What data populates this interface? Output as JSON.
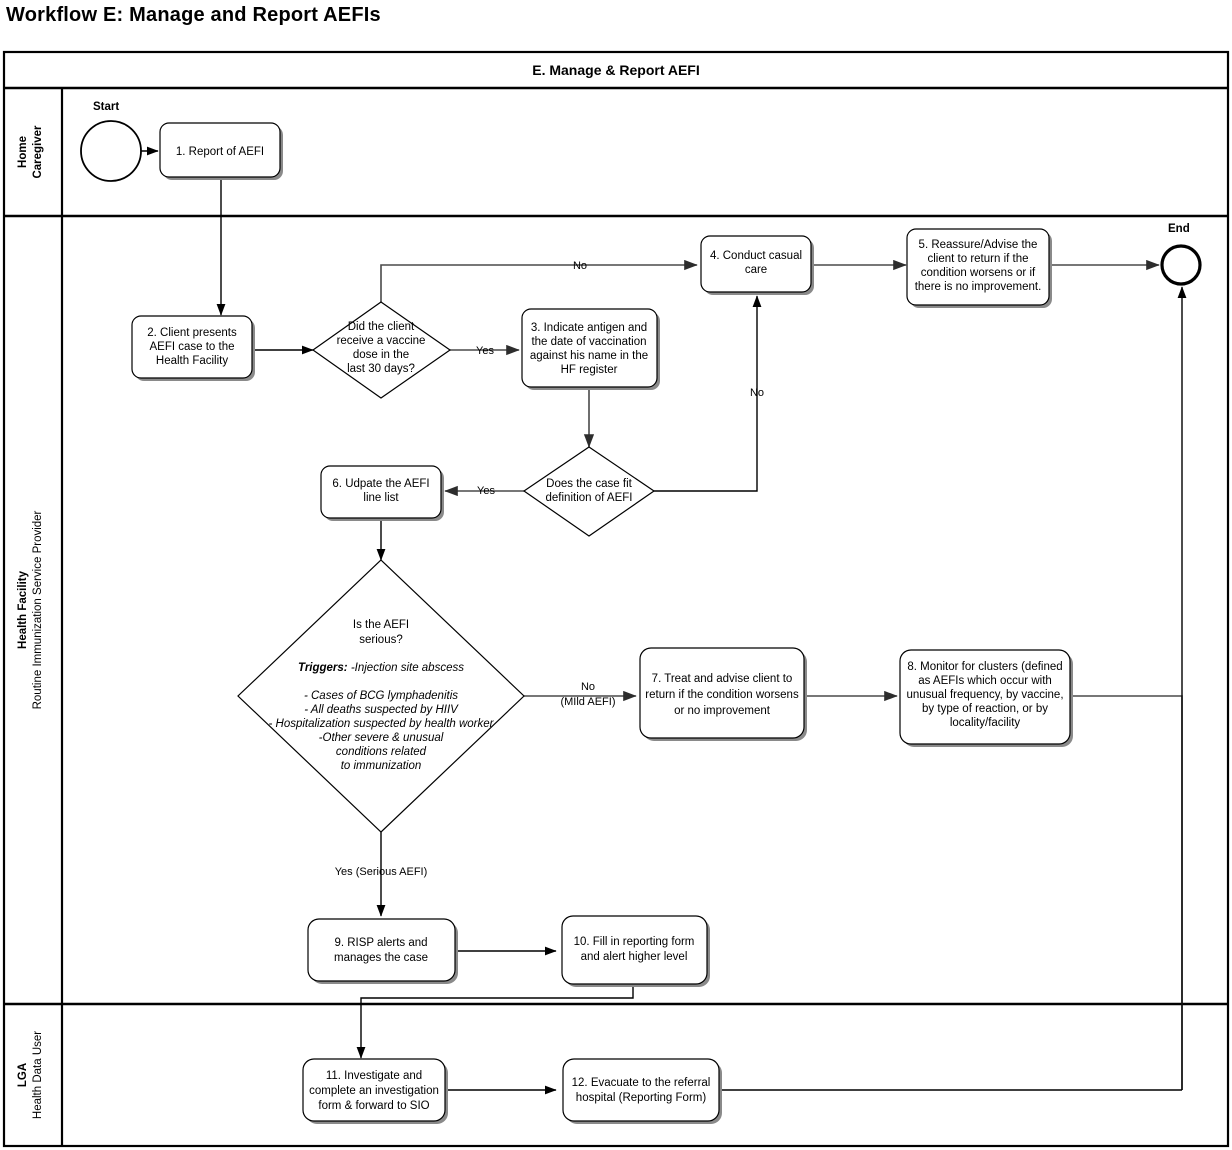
{
  "page": {
    "title": "Workflow E: Manage and Report AEFIs",
    "header": "E. Manage & Report AEFI"
  },
  "lanes": [
    {
      "id": "home-caregiver",
      "line1": "Home",
      "line2": "Caregiver",
      "line1_bold": true,
      "line2_bold": true
    },
    {
      "id": "health-facility",
      "line1": "Health Facility",
      "line2": "Routine Immunization Service Provider",
      "line1_bold": true,
      "line2_bold": false
    },
    {
      "id": "lga",
      "line1": "LGA",
      "line2": "Health Data User",
      "line1_bold": true,
      "line2_bold": false
    }
  ],
  "markers": {
    "start": "Start",
    "end": "End"
  },
  "nodes": {
    "n1": {
      "type": "process",
      "lines": [
        "1. Report of AEFI"
      ]
    },
    "n2": {
      "type": "process",
      "lines": [
        "2. Client presents",
        "AEFI case to the",
        "Health Facility"
      ]
    },
    "d1": {
      "type": "decision",
      "lines": [
        "Did the client",
        "receive a vaccine",
        "dose in the",
        "last 30 days?"
      ]
    },
    "n3": {
      "type": "process",
      "lines": [
        "3. Indicate antigen and",
        "the date of vaccination",
        "against his name in the",
        "HF register"
      ]
    },
    "n4": {
      "type": "process",
      "lines": [
        "4. Conduct casual",
        "care"
      ]
    },
    "n5": {
      "type": "process",
      "lines": [
        "5. Reassure/Advise  the",
        "client to return if the",
        "condition worsens or if",
        "there is no improvement."
      ]
    },
    "d2": {
      "type": "decision",
      "lines": [
        "Does the case fit",
        "definition of AEFI"
      ]
    },
    "n6": {
      "type": "process",
      "lines": [
        "6. Udpate the AEFI",
        "line list"
      ]
    },
    "d3": {
      "type": "decision",
      "lines": [
        "Is the AEFI",
        "serious?"
      ],
      "trigger_label": "Triggers:",
      "trigger_first": " -Injection site abscess",
      "trigger_rest": [
        "- Cases of BCG lymphadenitis",
        "- All deaths suspected by HIIV",
        "- Hospitalization suspected by health worker",
        "-Other severe & unusual",
        "conditions related",
        "to immunization"
      ]
    },
    "n7": {
      "type": "process",
      "lines": [
        "7. Treat and advise client to",
        "return if the condition worsens",
        "or no improvement"
      ]
    },
    "n8": {
      "type": "process",
      "lines": [
        "8. Monitor for clusters (defined",
        "as AEFIs which occur with",
        "unusual frequency, by vaccine,",
        "by type of reaction, or by",
        "locality/facility"
      ]
    },
    "n9": {
      "type": "process",
      "lines": [
        "9. RISP alerts and",
        "manages the case"
      ]
    },
    "n10": {
      "type": "process",
      "lines": [
        "10. Fill in reporting form",
        "and alert higher level"
      ]
    },
    "n11": {
      "type": "process",
      "lines": [
        "11. Investigate and",
        "complete an investigation",
        "form & forward to SIO"
      ]
    },
    "n12": {
      "type": "process",
      "lines": [
        "12. Evacuate to the referral",
        "hospital (Reporting Form)"
      ]
    }
  },
  "edge_labels": {
    "d1_no": "No",
    "d1_yes": "Yes",
    "d2_yes": "Yes",
    "d2_no": "No",
    "d3_no_line1": "No",
    "d3_no_line2": "(MIld AEFI)",
    "d3_yes": "Yes (Serious AEFI)"
  },
  "colors": {
    "stroke": "#000000",
    "shadow": "#8a8a8a",
    "background": "#ffffff",
    "connector": "#4a4a4a"
  }
}
